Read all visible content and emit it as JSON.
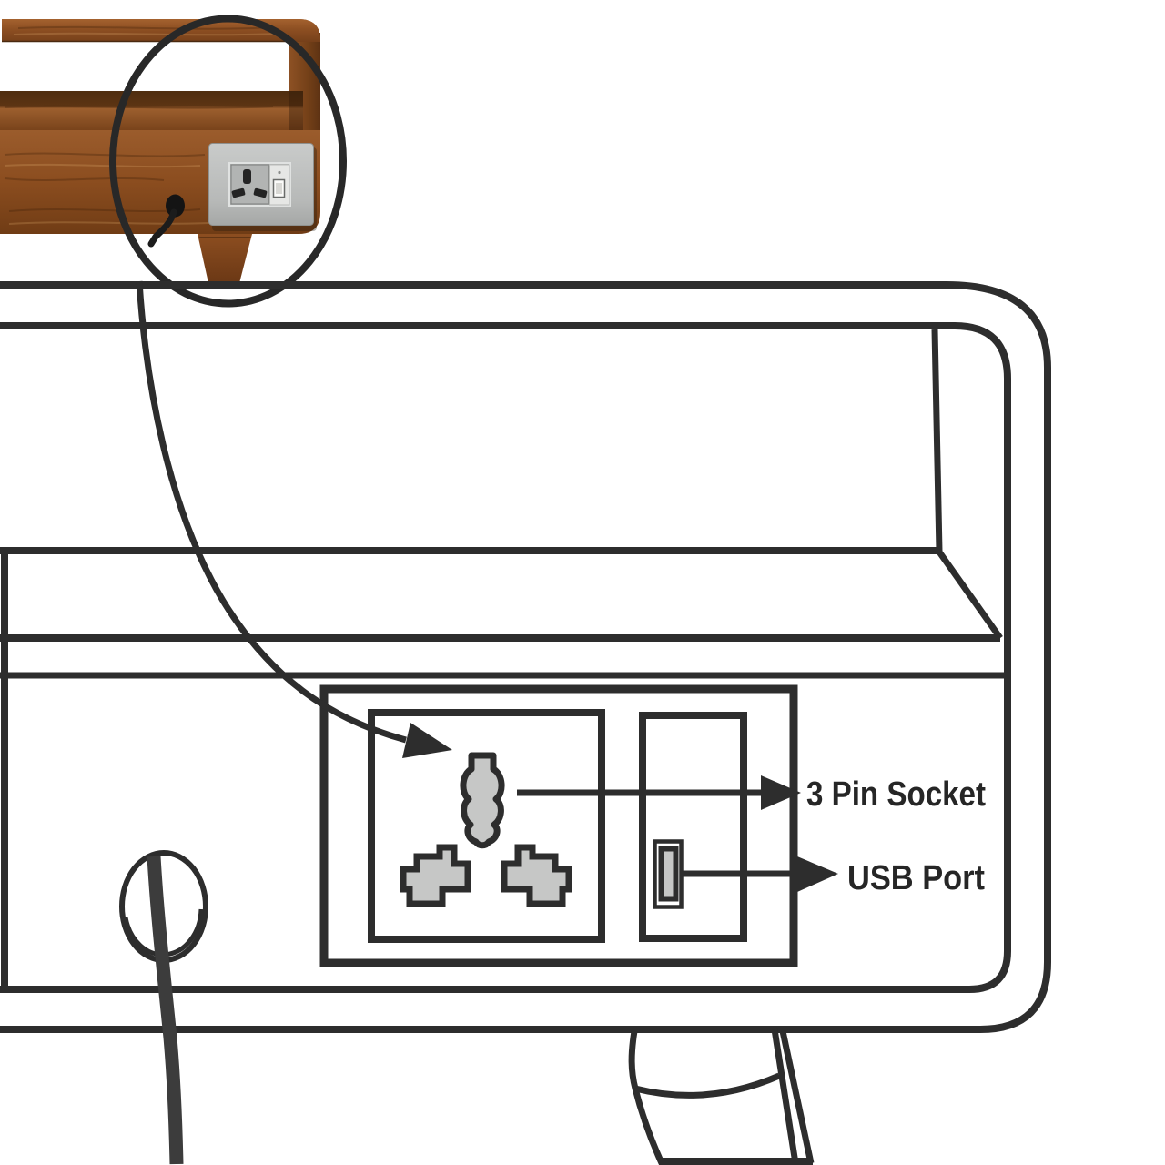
{
  "diagram": {
    "type": "product-feature-callout",
    "subject": "wooden bedside table with built-in power socket and USB port",
    "annotations": [
      {
        "id": "3-pin-socket",
        "label": "3 Pin Socket"
      },
      {
        "id": "usb-port",
        "label": "USB Port"
      }
    ],
    "inset_photo": {
      "description": "photo of table corner with socket panel highlighted by magnifier circle",
      "elements": [
        "table-top",
        "open-shelf",
        "front-apron",
        "socket-panel",
        "usb-module",
        "cable-hole",
        "power-cable",
        "table-leg",
        "magnifier-circle"
      ]
    },
    "line_drawing": {
      "description": "outline drawing of the table front with enlarged socket detail box",
      "elements": [
        "table-outline",
        "shelf-lines",
        "socket-detail-box",
        "three-pin-glyph",
        "usb-glyph",
        "cable-hole",
        "power-cable",
        "table-leg",
        "callout-arrow"
      ]
    },
    "colors": {
      "line": "#2d2d2d",
      "label_text": "#262626",
      "glyph_fill": "#c6c7c6",
      "cable": "#3c3c3c",
      "wood_mid": "#8d5124",
      "socket_plate": "#bdbfbe",
      "background": "#ffffff"
    }
  }
}
